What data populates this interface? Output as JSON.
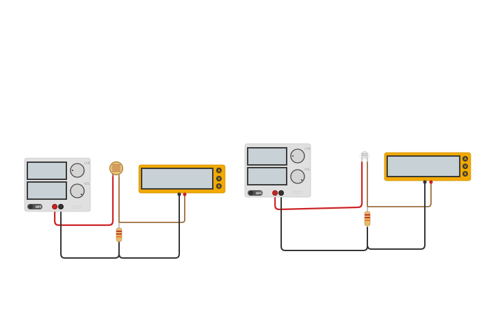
{
  "colors": {
    "background": "#ffffff",
    "supply_body": "#e0e0e0",
    "lcd": "#c7d1d6",
    "meter_body": "#f2a900",
    "wire_red": "#cc2222",
    "wire_black": "#333333",
    "wire_brown": "#9a6b3a"
  },
  "power_supplies": [
    {
      "off_label": "OFF",
      "knob1_label": "CUR",
      "knob2_label": "VOL"
    },
    {
      "off_label": "OFF",
      "knob1_label": "CUR",
      "knob2_label": "VOL"
    }
  ],
  "multimeters": [
    {
      "buttons": [
        "A",
        "V",
        "R"
      ]
    },
    {
      "buttons": [
        "A",
        "V",
        "R"
      ]
    }
  ],
  "sensors": [
    {
      "type": "photoresistor"
    },
    {
      "type": "led"
    }
  ],
  "resistors": [
    {
      "bands": [
        "#c0392b",
        "#c0392b",
        "#e67e22"
      ]
    },
    {
      "bands": [
        "#c0392b",
        "#c0392b",
        "#e67e22"
      ]
    }
  ]
}
